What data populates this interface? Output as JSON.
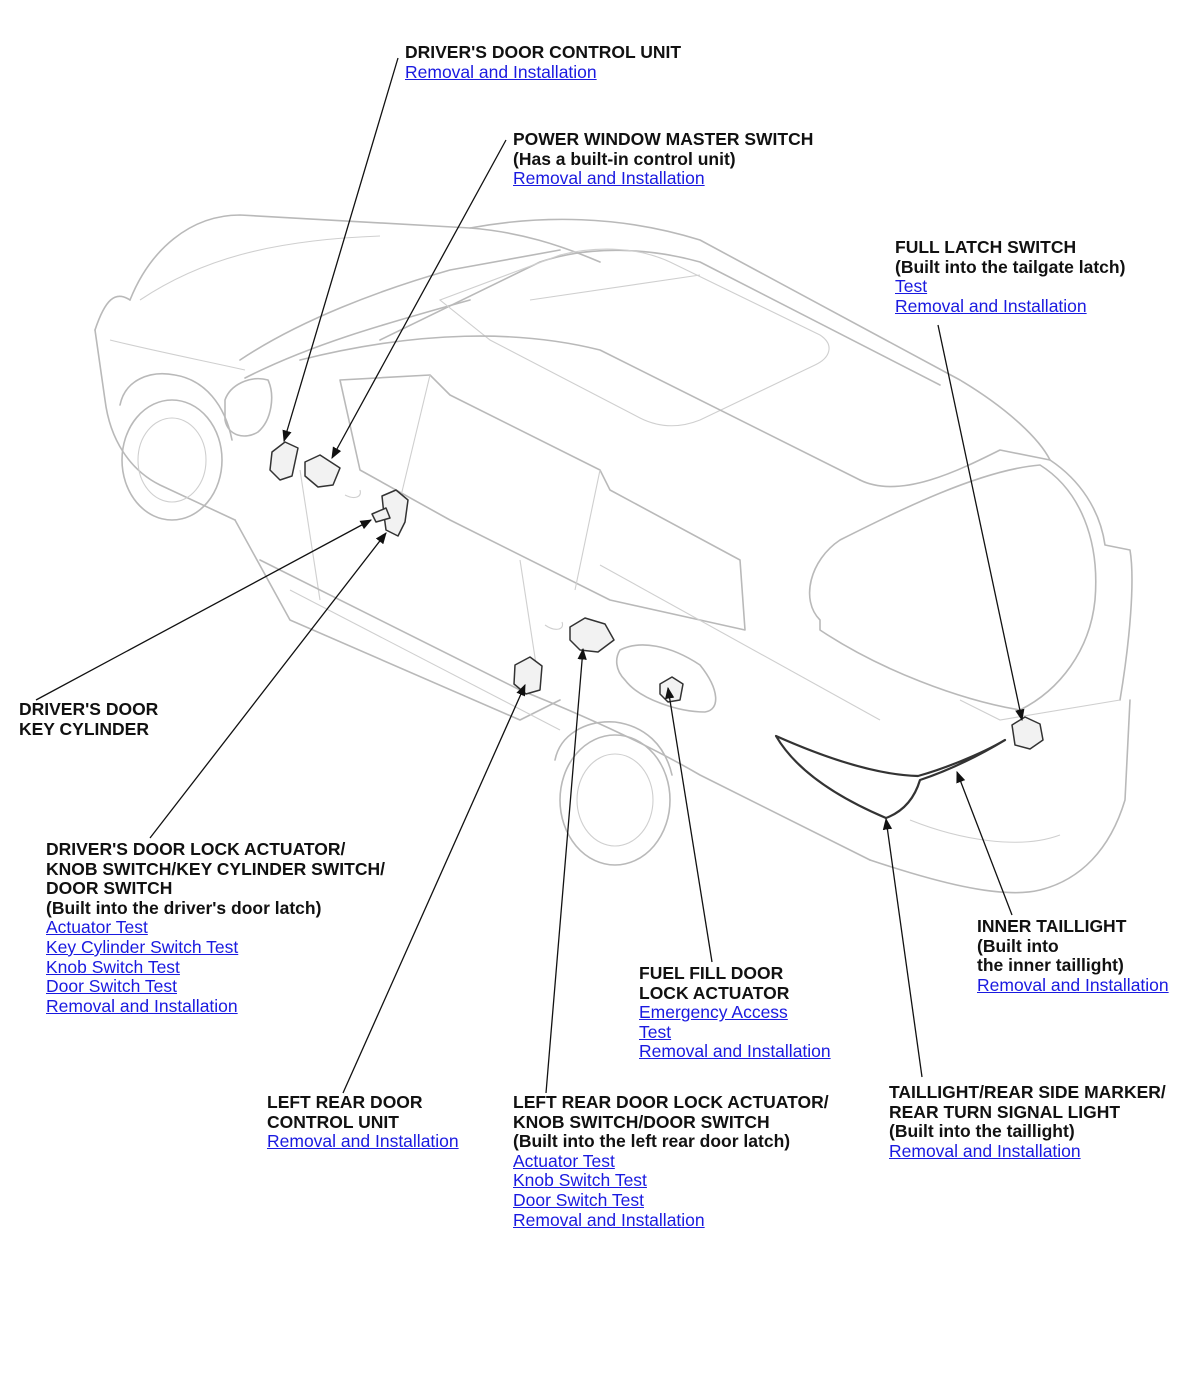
{
  "callouts": {
    "drivers_door_control_unit": {
      "title_lines": [
        "DRIVER'S DOOR CONTROL UNIT"
      ],
      "links": [
        "Removal and Installation"
      ]
    },
    "power_window_master_switch": {
      "title_lines": [
        "POWER WINDOW MASTER SWITCH",
        "(Has a built-in control unit)"
      ],
      "links": [
        "Removal and Installation"
      ]
    },
    "full_latch_switch": {
      "title_lines": [
        "FULL LATCH SWITCH",
        "(Built into the tailgate latch)"
      ],
      "links": [
        "Test",
        "Removal and Installation"
      ]
    },
    "drivers_door_key_cylinder": {
      "title_lines": [
        "DRIVER'S DOOR",
        "KEY CYLINDER"
      ],
      "links": []
    },
    "drivers_door_lock_actuator": {
      "title_lines": [
        "DRIVER'S DOOR LOCK ACTUATOR/",
        "KNOB SWITCH/KEY CYLINDER SWITCH/",
        "DOOR SWITCH",
        "(Built into the driver's door latch)"
      ],
      "links": [
        "Actuator Test",
        "Key Cylinder Switch Test",
        "Knob Switch Test",
        "Door Switch Test",
        "Removal and Installation"
      ]
    },
    "inner_taillight": {
      "title_lines": [
        "INNER TAILLIGHT",
        "(Built into",
        "the inner taillight)"
      ],
      "links": [
        "Removal and Installation"
      ]
    },
    "fuel_fill_door_lock_actuator": {
      "title_lines": [
        "FUEL FILL DOOR",
        "LOCK ACTUATOR"
      ],
      "links": [
        "Emergency Access",
        "Test",
        "Removal and Installation"
      ]
    },
    "left_rear_door_control_unit": {
      "title_lines": [
        "LEFT REAR DOOR",
        "CONTROL UNIT"
      ],
      "links": [
        "Removal and Installation"
      ]
    },
    "left_rear_door_lock_actuator": {
      "title_lines": [
        "LEFT REAR DOOR LOCK ACTUATOR/",
        "KNOB SWITCH/DOOR SWITCH",
        "(Built into the left rear door latch)"
      ],
      "links": [
        "Actuator Test",
        "Knob Switch Test",
        "Door Switch Test",
        "Removal and Installation"
      ]
    },
    "taillight_rear_side_marker": {
      "title_lines": [
        "TAILLIGHT/REAR SIDE MARKER/",
        "REAR TURN SIGNAL LIGHT",
        "(Built into the taillight)"
      ],
      "links": [
        "Removal and Installation"
      ]
    }
  },
  "colors": {
    "link": "#1a1ae0",
    "text": "#111111",
    "vehicle_outline": "#b9b9b9",
    "component_outline": "#333333"
  }
}
